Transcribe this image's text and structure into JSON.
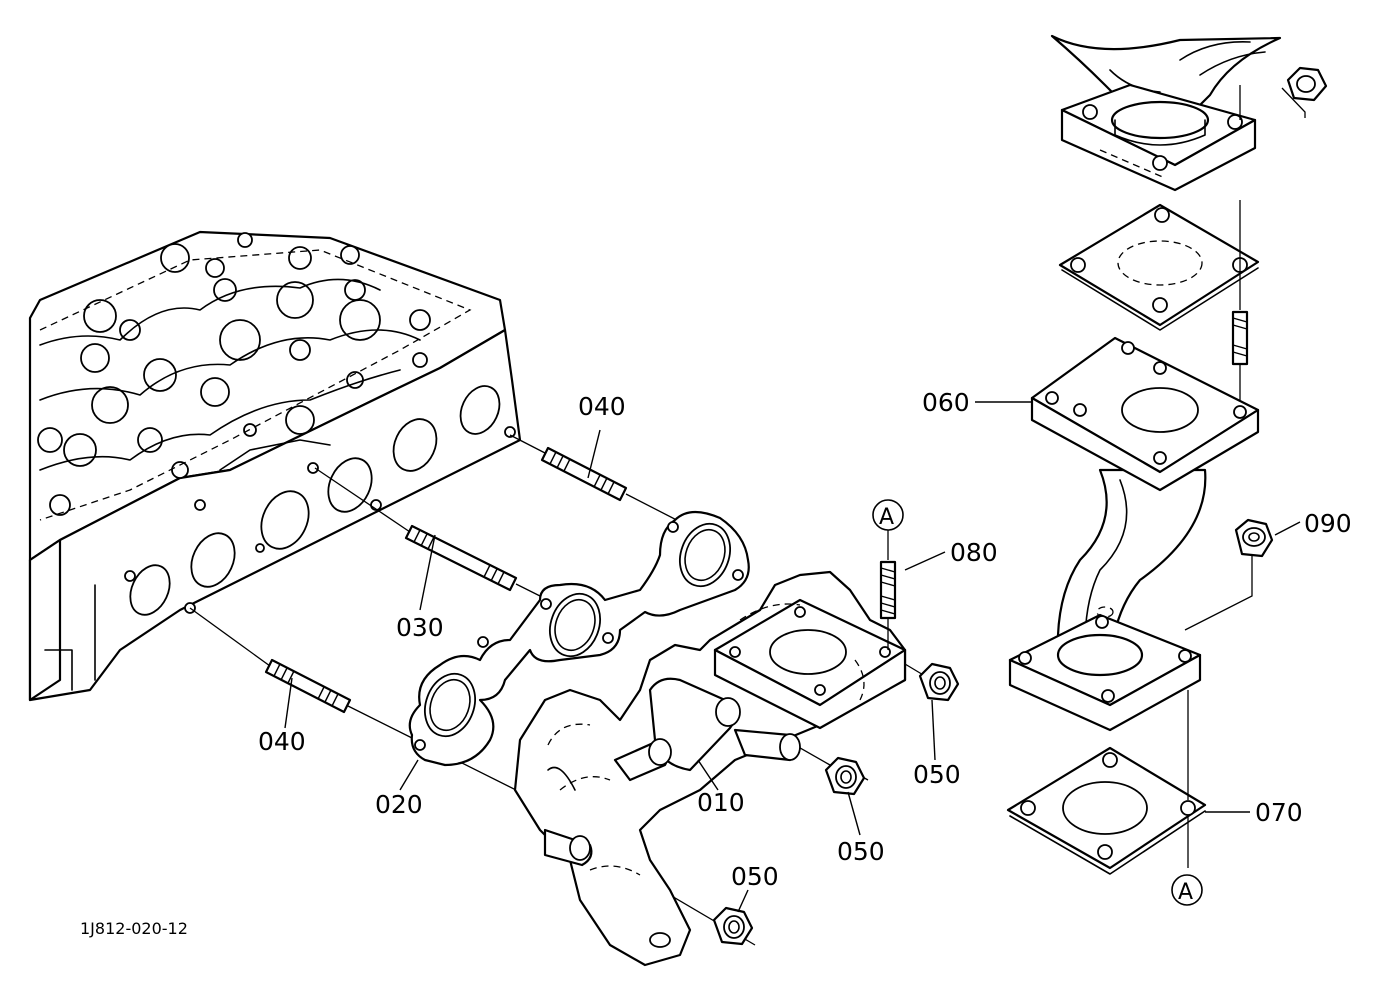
{
  "diagram": {
    "reference_code": "1J812-020-12",
    "callouts": [
      {
        "id": "010",
        "label": "010"
      },
      {
        "id": "020",
        "label": "020"
      },
      {
        "id": "030",
        "label": "030"
      },
      {
        "id": "040a",
        "label": "040"
      },
      {
        "id": "040b",
        "label": "040"
      },
      {
        "id": "050a",
        "label": "050"
      },
      {
        "id": "050b",
        "label": "050"
      },
      {
        "id": "050c",
        "label": "050"
      },
      {
        "id": "060",
        "label": "060"
      },
      {
        "id": "070",
        "label": "070"
      },
      {
        "id": "080",
        "label": "080"
      },
      {
        "id": "090",
        "label": "090"
      }
    ],
    "markers": [
      {
        "id": "A-top",
        "label": "A"
      },
      {
        "id": "A-bottom",
        "label": "A"
      }
    ]
  }
}
